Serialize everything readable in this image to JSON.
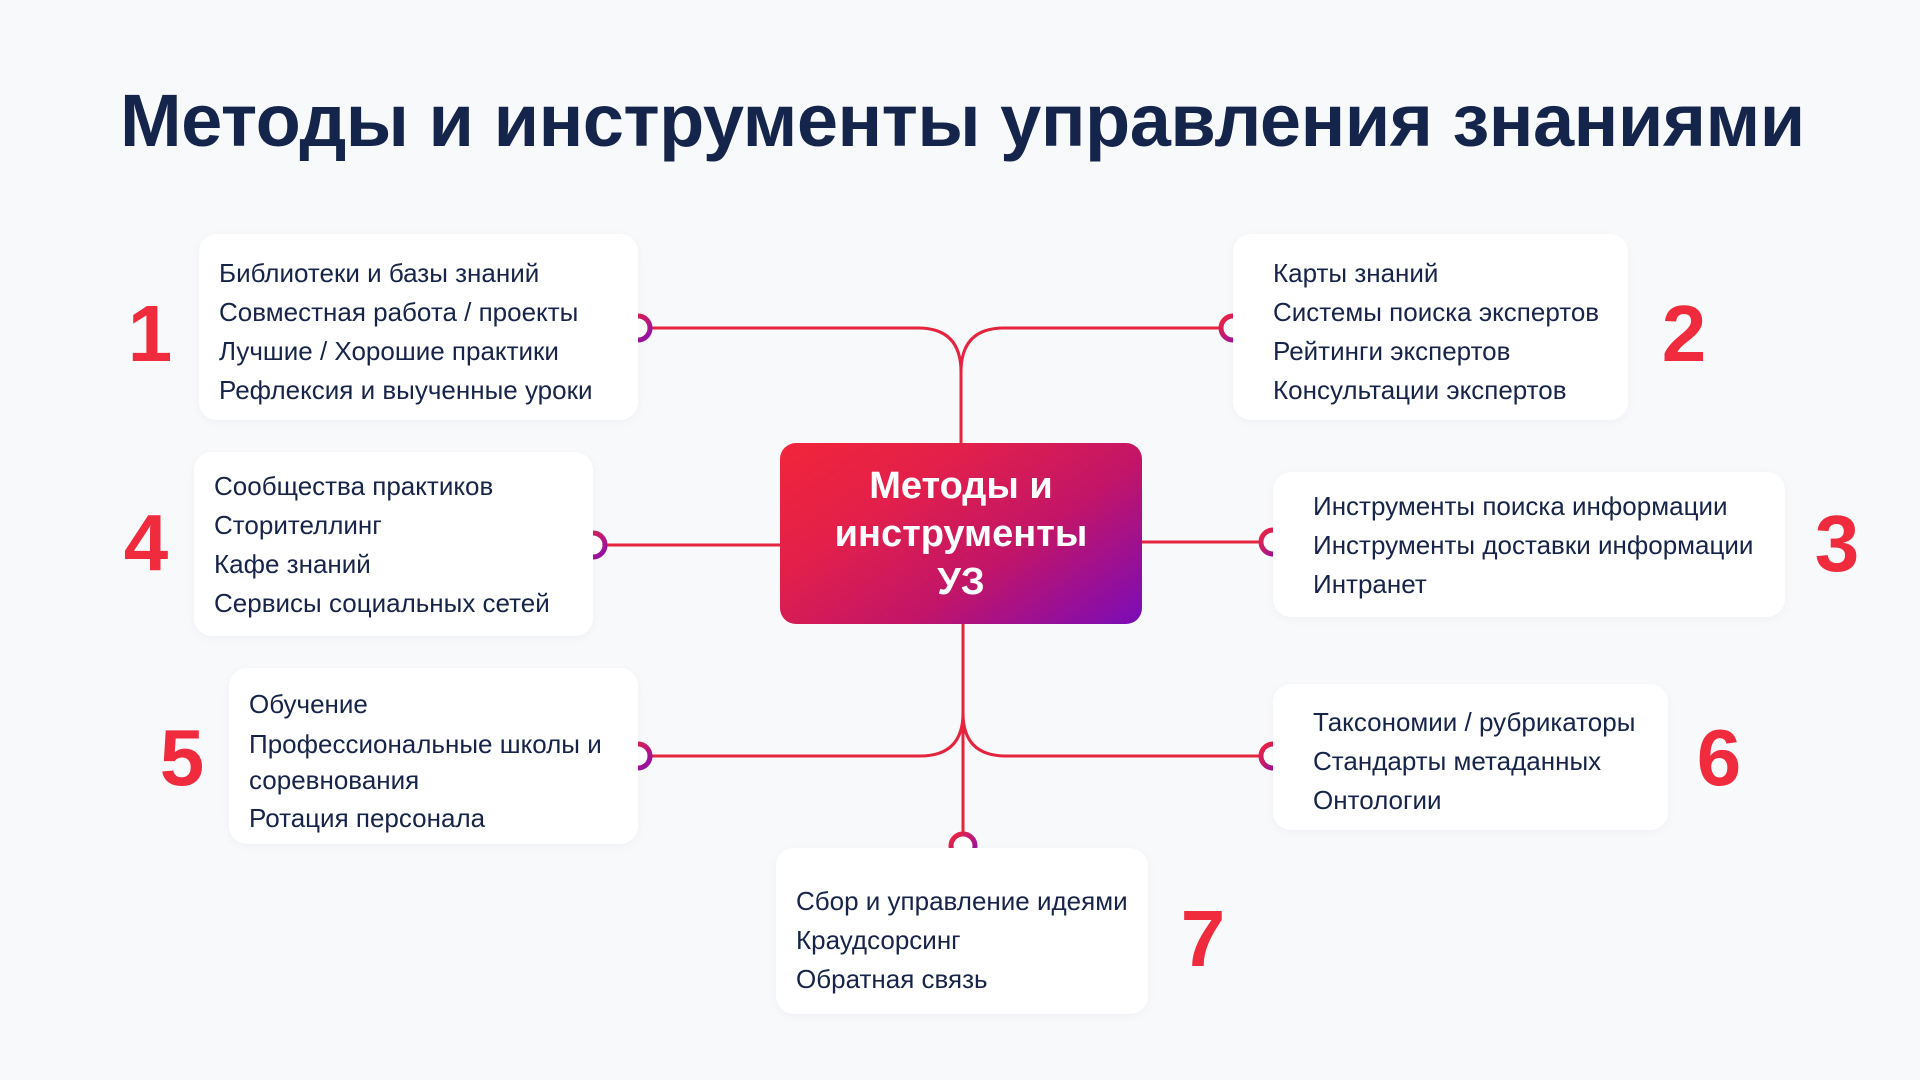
{
  "title": "Методы и инструменты управления знаниями",
  "center": {
    "label": "Методы и инструменты УЗ"
  },
  "colors": {
    "accent_red": "#ef2b3d",
    "accent_purple": "#7a0cb8",
    "title_navy": "#14244a",
    "background": "#f8f9fb"
  },
  "groups": [
    {
      "number": "1",
      "items": [
        "Библиотеки и базы знаний",
        "Совместная работа / проекты",
        "Лучшие / Хорошие практики",
        "Рефлексия и выученные уроки"
      ]
    },
    {
      "number": "2",
      "items": [
        "Карты знаний",
        "Системы поиска экспертов",
        "Рейтинги экспертов",
        "Консультации экспертов"
      ]
    },
    {
      "number": "3",
      "items": [
        "Инструменты поиска информации",
        "Инструменты доставки информации",
        "Интранет"
      ]
    },
    {
      "number": "4",
      "items": [
        "Сообщества практиков",
        "Сторителлинг",
        "Кафе знаний",
        "Сервисы социальных сетей"
      ]
    },
    {
      "number": "5",
      "items": [
        "Обучение",
        "Профессиональные школы и соревнования",
        "Ротация персонала"
      ]
    },
    {
      "number": "6",
      "items": [
        "Таксономии / рубрикаторы",
        "Стандарты метаданных",
        "Онтологии"
      ]
    },
    {
      "number": "7",
      "items": [
        "Сбор и управление идеями",
        "Краудсорсинг",
        "Обратная связь"
      ]
    }
  ]
}
